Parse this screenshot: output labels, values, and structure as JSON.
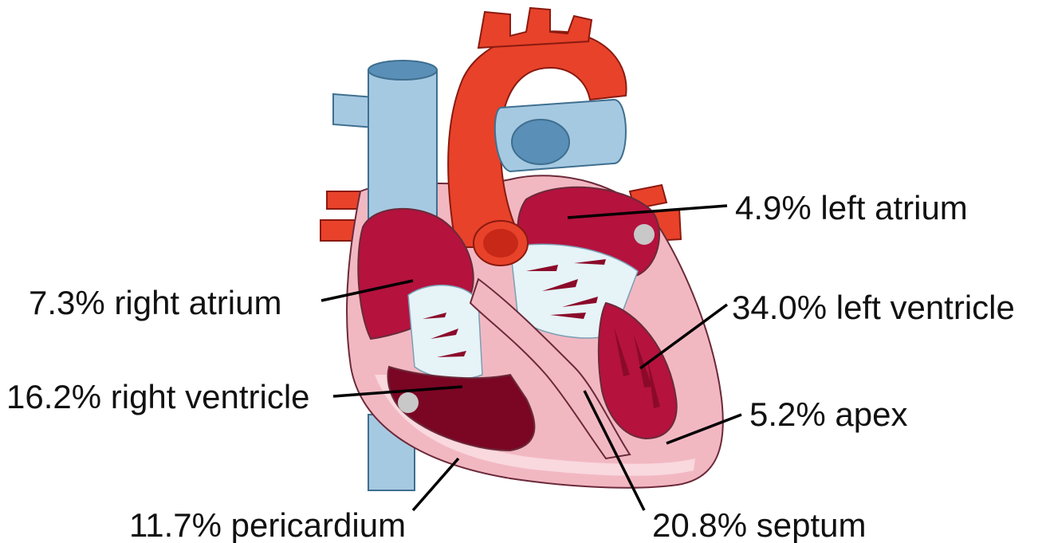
{
  "title": "",
  "colors": {
    "vein": "#a6c9e2",
    "vein_dark": "#5a8fb8",
    "artery": "#e8422a",
    "artery_dark": "#c82818",
    "chamber": "#b5123e",
    "chamber_dark": "#7a0624",
    "wall": "#f2b8c2",
    "wall_light": "#f9d8de",
    "valve": "#e6f3f7",
    "dot": "#c8c8c8",
    "leader": "#000000"
  },
  "labels": {
    "left_atrium": "4.9% left atrium",
    "right_atrium": "7.3% right atrium",
    "left_ventricle": "34.0% left ventricle",
    "right_ventricle": "16.2% right ventricle",
    "apex": "5.2% apex",
    "pericardium": "11.7% pericardium",
    "septum": "20.8% septum"
  },
  "regions": [
    {
      "id": "left_atrium",
      "percent": 4.9,
      "name": "left atrium"
    },
    {
      "id": "right_atrium",
      "percent": 7.3,
      "name": "right atrium"
    },
    {
      "id": "left_ventricle",
      "percent": 34.0,
      "name": "left ventricle"
    },
    {
      "id": "right_ventricle",
      "percent": 16.2,
      "name": "right ventricle"
    },
    {
      "id": "apex",
      "percent": 5.2,
      "name": "apex"
    },
    {
      "id": "pericardium",
      "percent": 11.7,
      "name": "pericardium"
    },
    {
      "id": "septum",
      "percent": 20.8,
      "name": "septum"
    }
  ]
}
